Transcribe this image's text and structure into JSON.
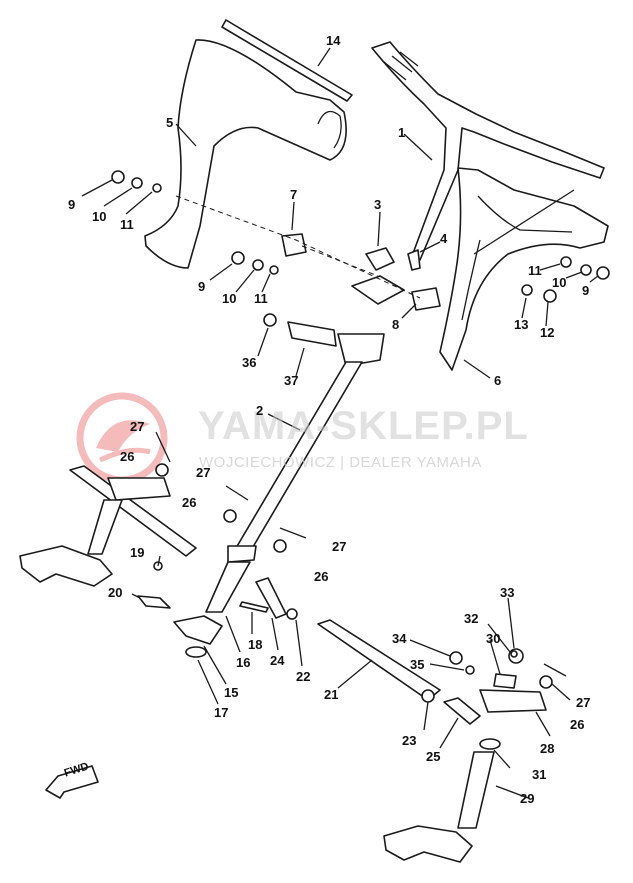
{
  "watermark": {
    "title": "YAMA-SKLEP.PL",
    "subtitle": "WOJCIECHOWICZ | DEALER YAMAHA",
    "logo_color": "#e53b3b"
  },
  "fwd_label": "FWD",
  "callouts": [
    "14",
    "5",
    "1",
    "9",
    "10",
    "11",
    "7",
    "3",
    "4",
    "9",
    "10",
    "11",
    "8",
    "11",
    "10",
    "9",
    "13",
    "12",
    "36",
    "37",
    "6",
    "2",
    "27",
    "26",
    "27",
    "26",
    "27",
    "26",
    "19",
    "20",
    "18",
    "24",
    "22",
    "16",
    "15",
    "17",
    "21",
    "33",
    "32",
    "34",
    "30",
    "35",
    "27",
    "26",
    "28",
    "23",
    "25",
    "31",
    "29"
  ]
}
